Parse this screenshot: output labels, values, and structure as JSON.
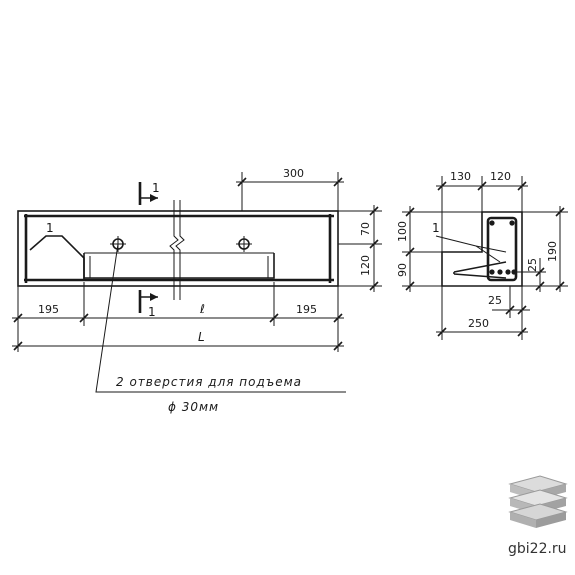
{
  "elevation": {
    "section_mark": "1",
    "dim_top": "300",
    "dim_left": "195",
    "dim_span": "ℓ",
    "dim_right": "195",
    "dim_total": "L",
    "dim_right_upper": "70",
    "dim_right_lower": "120",
    "leader_label": "1"
  },
  "note": {
    "line1": "2 отверстия для подъема",
    "line2": "ϕ 30мм"
  },
  "section": {
    "dim_top_left": "130",
    "dim_top_right": "120",
    "dim_left_upper": "100",
    "dim_left_lower": "90",
    "dim_right_height": "190",
    "dim_small_right": "25",
    "dim_bottom_small": "25",
    "dim_bottom_total": "250",
    "leader_label": "1"
  },
  "watermark": {
    "text": "gbi22.ru"
  }
}
